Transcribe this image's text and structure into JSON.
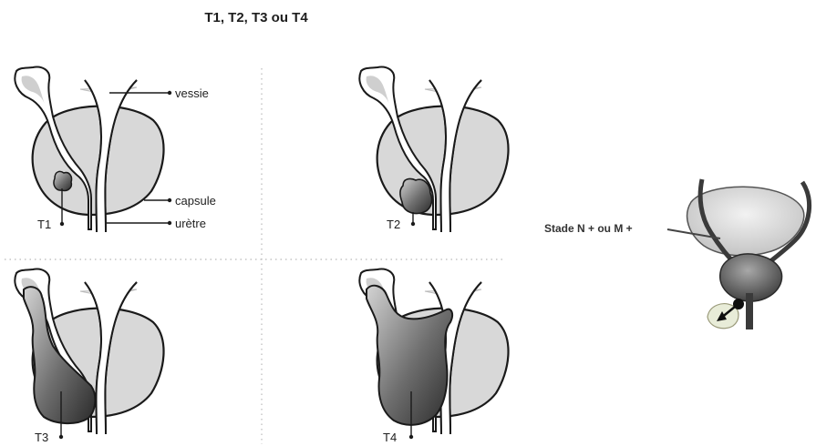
{
  "title": "T1, T2, T3 ou T4",
  "labels": {
    "vessie": "vessie",
    "capsule": "capsule",
    "uretre": "urètre"
  },
  "stages": [
    "T1",
    "T2",
    "T3",
    "T4"
  ],
  "spread_label": "Stade N + ou M +"
}
